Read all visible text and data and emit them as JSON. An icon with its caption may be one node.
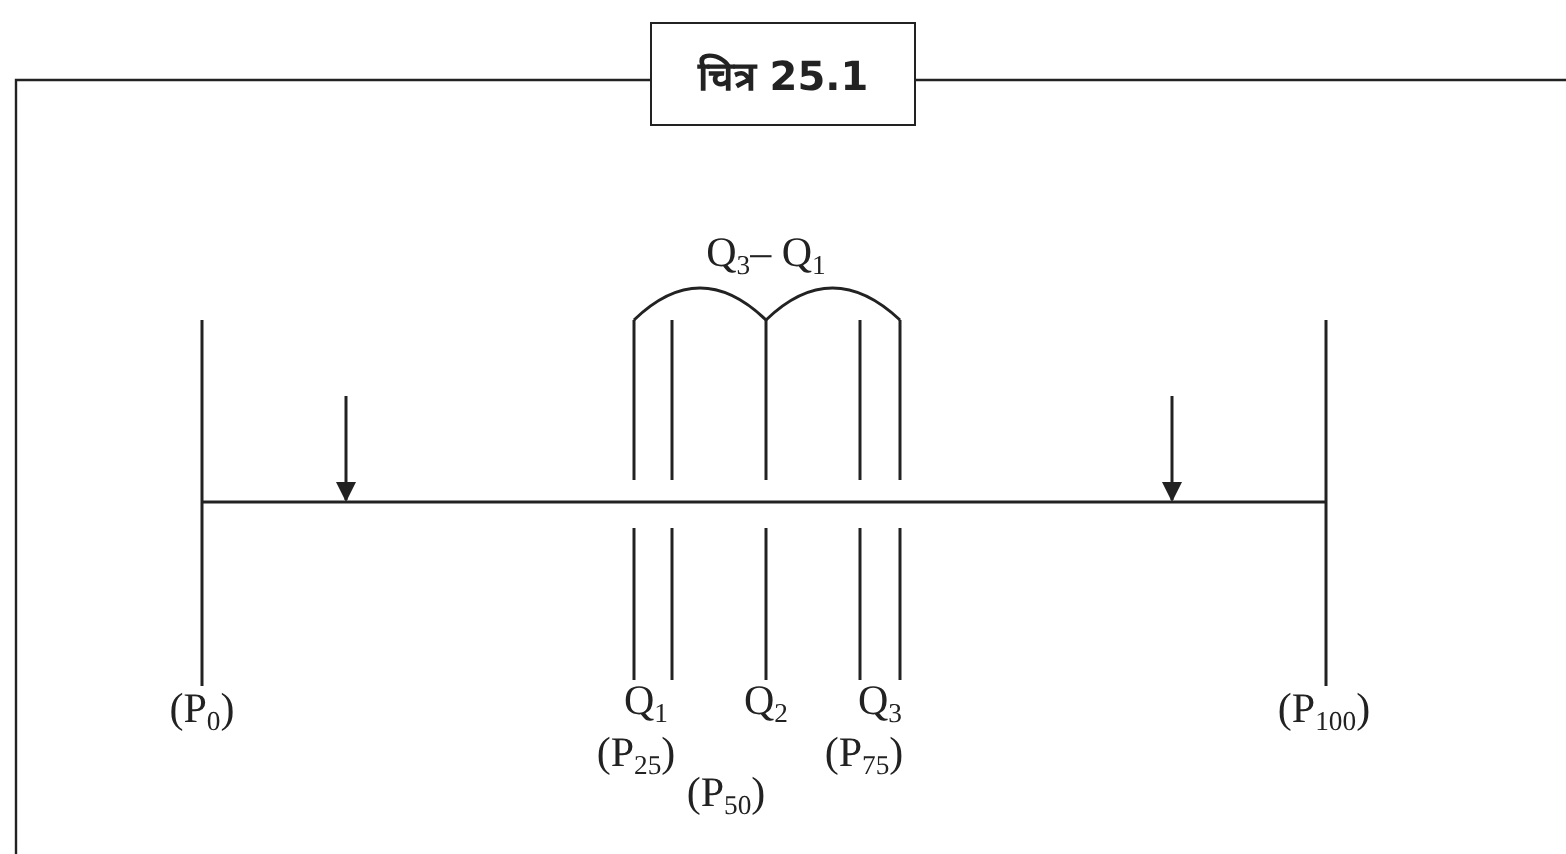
{
  "diagram": {
    "title": "चित्र 25.1",
    "labels": [
      "Q$_{3}$– Q$_{1}$",
      "(P$_{0}$)",
      "Q$_{1}$",
      "Q$_{2}$",
      "Q$_{3}$",
      "(P$_{100}$)",
      "(P$_{25}$)",
      "(P$_{75}$)",
      "(P$_{50}$)"
    ]
  }
}
